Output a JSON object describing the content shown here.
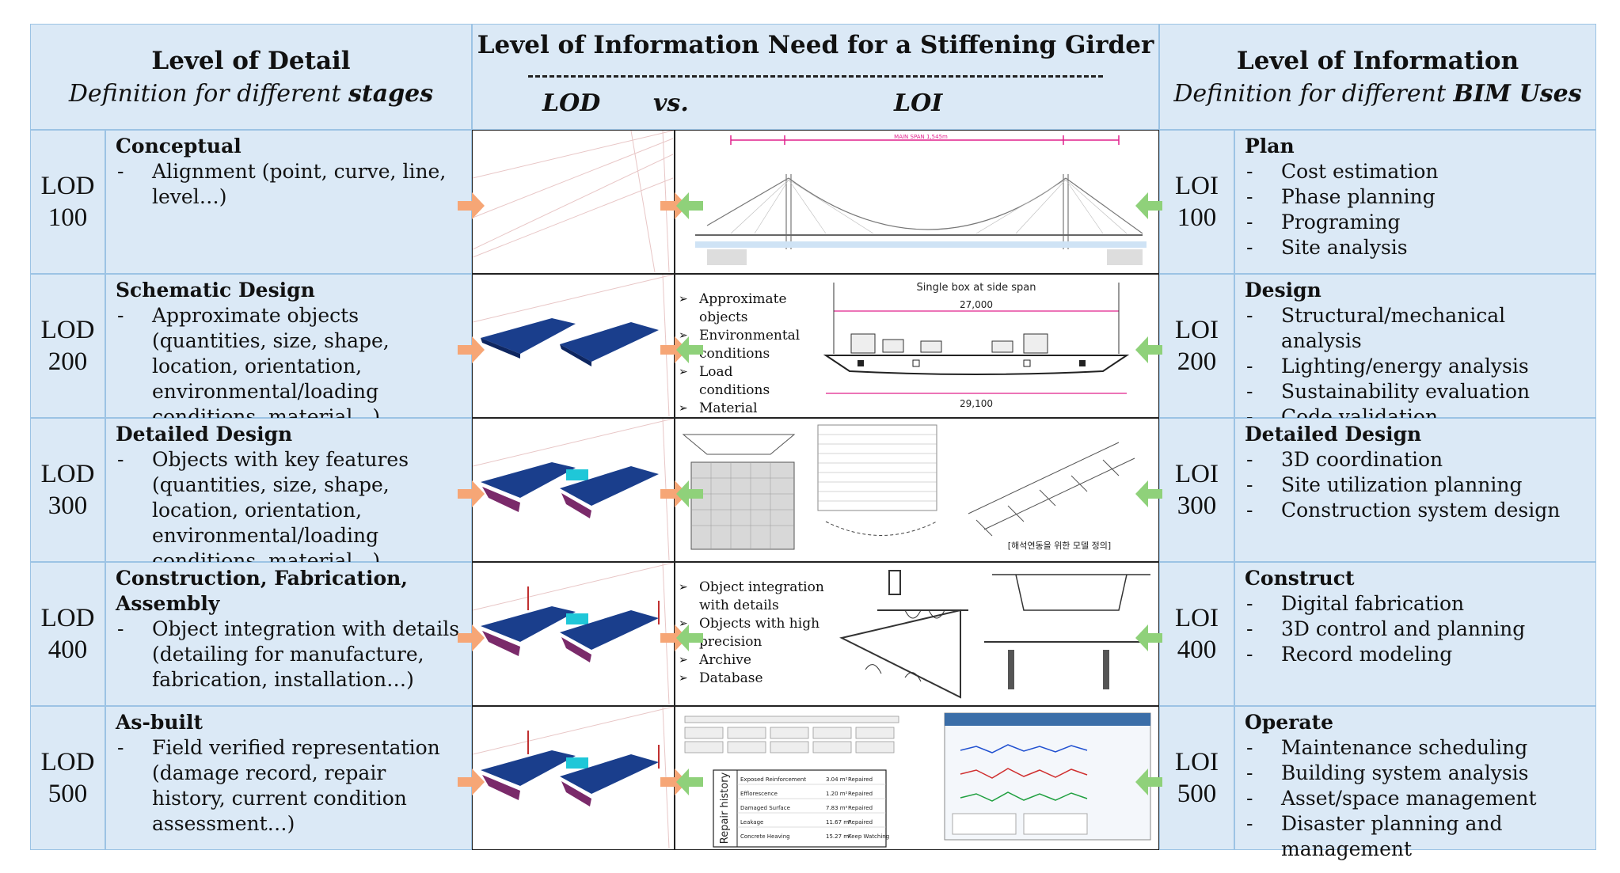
{
  "header": {
    "left_title": "Level of Detail",
    "left_sub_pre": "Definition for different ",
    "left_sub_bold": "stages",
    "mid_title": "Level of Information Need for a Stiffening Girder",
    "mid_lod": "LOD",
    "mid_vs": "vs.",
    "mid_loi": "LOI",
    "right_title": "Level of Information",
    "right_sub_pre": "Definition for different ",
    "right_sub_bold": "BIM Uses"
  },
  "rows": [
    {
      "lod_a": "LOD",
      "lod_b": "100",
      "lod_title": "Conceptual",
      "lod_items": [
        "Alignment (point, curve, line, level…)"
      ],
      "loi_a": "LOI",
      "loi_b": "100",
      "loi_title": "Plan",
      "loi_items": [
        "Cost estimation",
        "Phase planning",
        "Programing",
        "Site analysis"
      ]
    },
    {
      "lod_a": "LOD",
      "lod_b": "200",
      "lod_title": "Schematic Design",
      "lod_items": [
        "Approximate objects (quantities, size, shape, location, orientation, environmental/loading conditions, material…)"
      ],
      "loi_a": "LOI",
      "loi_b": "200",
      "loi_title": "Design",
      "loi_items": [
        "Structural/mechanical analysis",
        "Lighting/energy  analysis",
        "Sustainability evaluation",
        "Code validation"
      ]
    },
    {
      "lod_a": "LOD",
      "lod_b": "300",
      "lod_title": "Detailed Design",
      "lod_items": [
        "Objects with key features (quantities, size, shape, location, orientation, environmental/loading conditions, material…)"
      ],
      "loi_a": "LOI",
      "loi_b": "300",
      "loi_title": "Detailed Design",
      "loi_items": [
        "3D coordination",
        "Site utilization planning",
        "Construction system design"
      ]
    },
    {
      "lod_a": "LOD",
      "lod_b": "400",
      "lod_title": "Construction, Fabrication, Assembly",
      "lod_items": [
        "Object integration with details (detailing for manufacture, fabrication, installation…)"
      ],
      "loi_a": "LOI",
      "loi_b": "400",
      "loi_title": "Construct",
      "loi_items": [
        "Digital fabrication",
        "3D control and planning",
        "Record modeling"
      ]
    },
    {
      "lod_a": "LOD",
      "lod_b": "500",
      "lod_title": "As-built",
      "lod_items": [
        "Field verified representation (damage record, repair history, current condition assessment…)"
      ],
      "loi_a": "LOI",
      "loi_b": "500",
      "loi_title": "Operate",
      "loi_items": [
        "Maintenance scheduling",
        "Building system analysis",
        "Asset/space management",
        "Disaster planning and management"
      ]
    }
  ],
  "images": {
    "row2_bullets": [
      "Approximate objects",
      "Environmental conditions",
      "Load conditions",
      "Material"
    ],
    "row2_caption": "Single box at side span",
    "row2_dim_top": "27,000",
    "row2_dim_bottom": "29,100",
    "row3_caption": "[해석연동을 위한 모델 정의]",
    "row4_bullets": [
      "Object integration  with details",
      "Objects with high precision",
      "Archive",
      "Database"
    ],
    "row5_repair_label": "Repair history",
    "row5_repair_table": [
      [
        "Exposed Reinforcement",
        "3.04 m²",
        "Repaired"
      ],
      [
        "Efflorescence",
        "1.20 m²",
        "Repaired"
      ],
      [
        "Damaged Surface",
        "7.83 m²",
        "Repaired"
      ],
      [
        "Leakage",
        "11.67 m²",
        "Repaired"
      ],
      [
        "Concrete Heaving",
        "15.27 m²",
        "Keep Watching"
      ]
    ],
    "row1_span_label": "MAIN SPAN 1,545m"
  },
  "colors": {
    "header_bg": "#dbe9f6",
    "border": "#9cc3e4",
    "arrow_orange": "#f6a676",
    "arrow_green": "#8fd17a",
    "girder_blue": "#1a3e8c",
    "magenta_dim": "#e0208c"
  }
}
